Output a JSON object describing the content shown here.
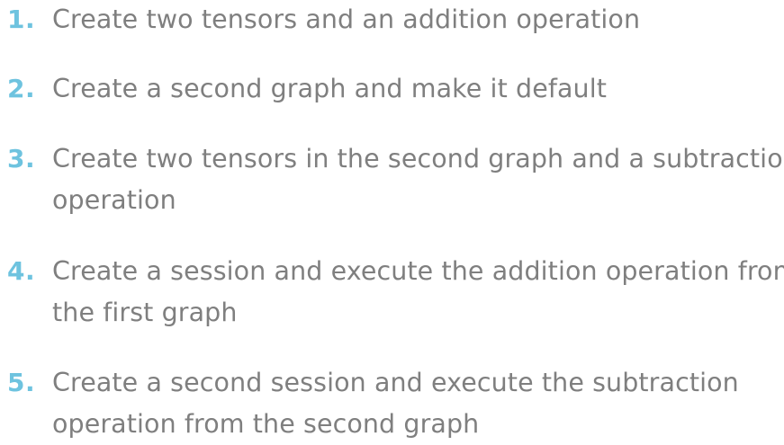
{
  "colors": {
    "number": "#6ec3df",
    "text": "#7f7f7f",
    "background": "#ffffff"
  },
  "steps": [
    {
      "number": "1.",
      "lines": [
        "Create two tensors and an addition operation"
      ]
    },
    {
      "number": "2.",
      "lines": [
        "Create a second graph and make it default"
      ]
    },
    {
      "number": "3.",
      "lines": [
        "Create two tensors in the second graph and a subtraction",
        "operation"
      ]
    },
    {
      "number": "4.",
      "lines": [
        "Create a session and execute the addition operation from",
        "the first graph"
      ]
    },
    {
      "number": "5.",
      "lines": [
        "Create a second session and execute the subtraction",
        "operation from the second graph"
      ]
    }
  ]
}
